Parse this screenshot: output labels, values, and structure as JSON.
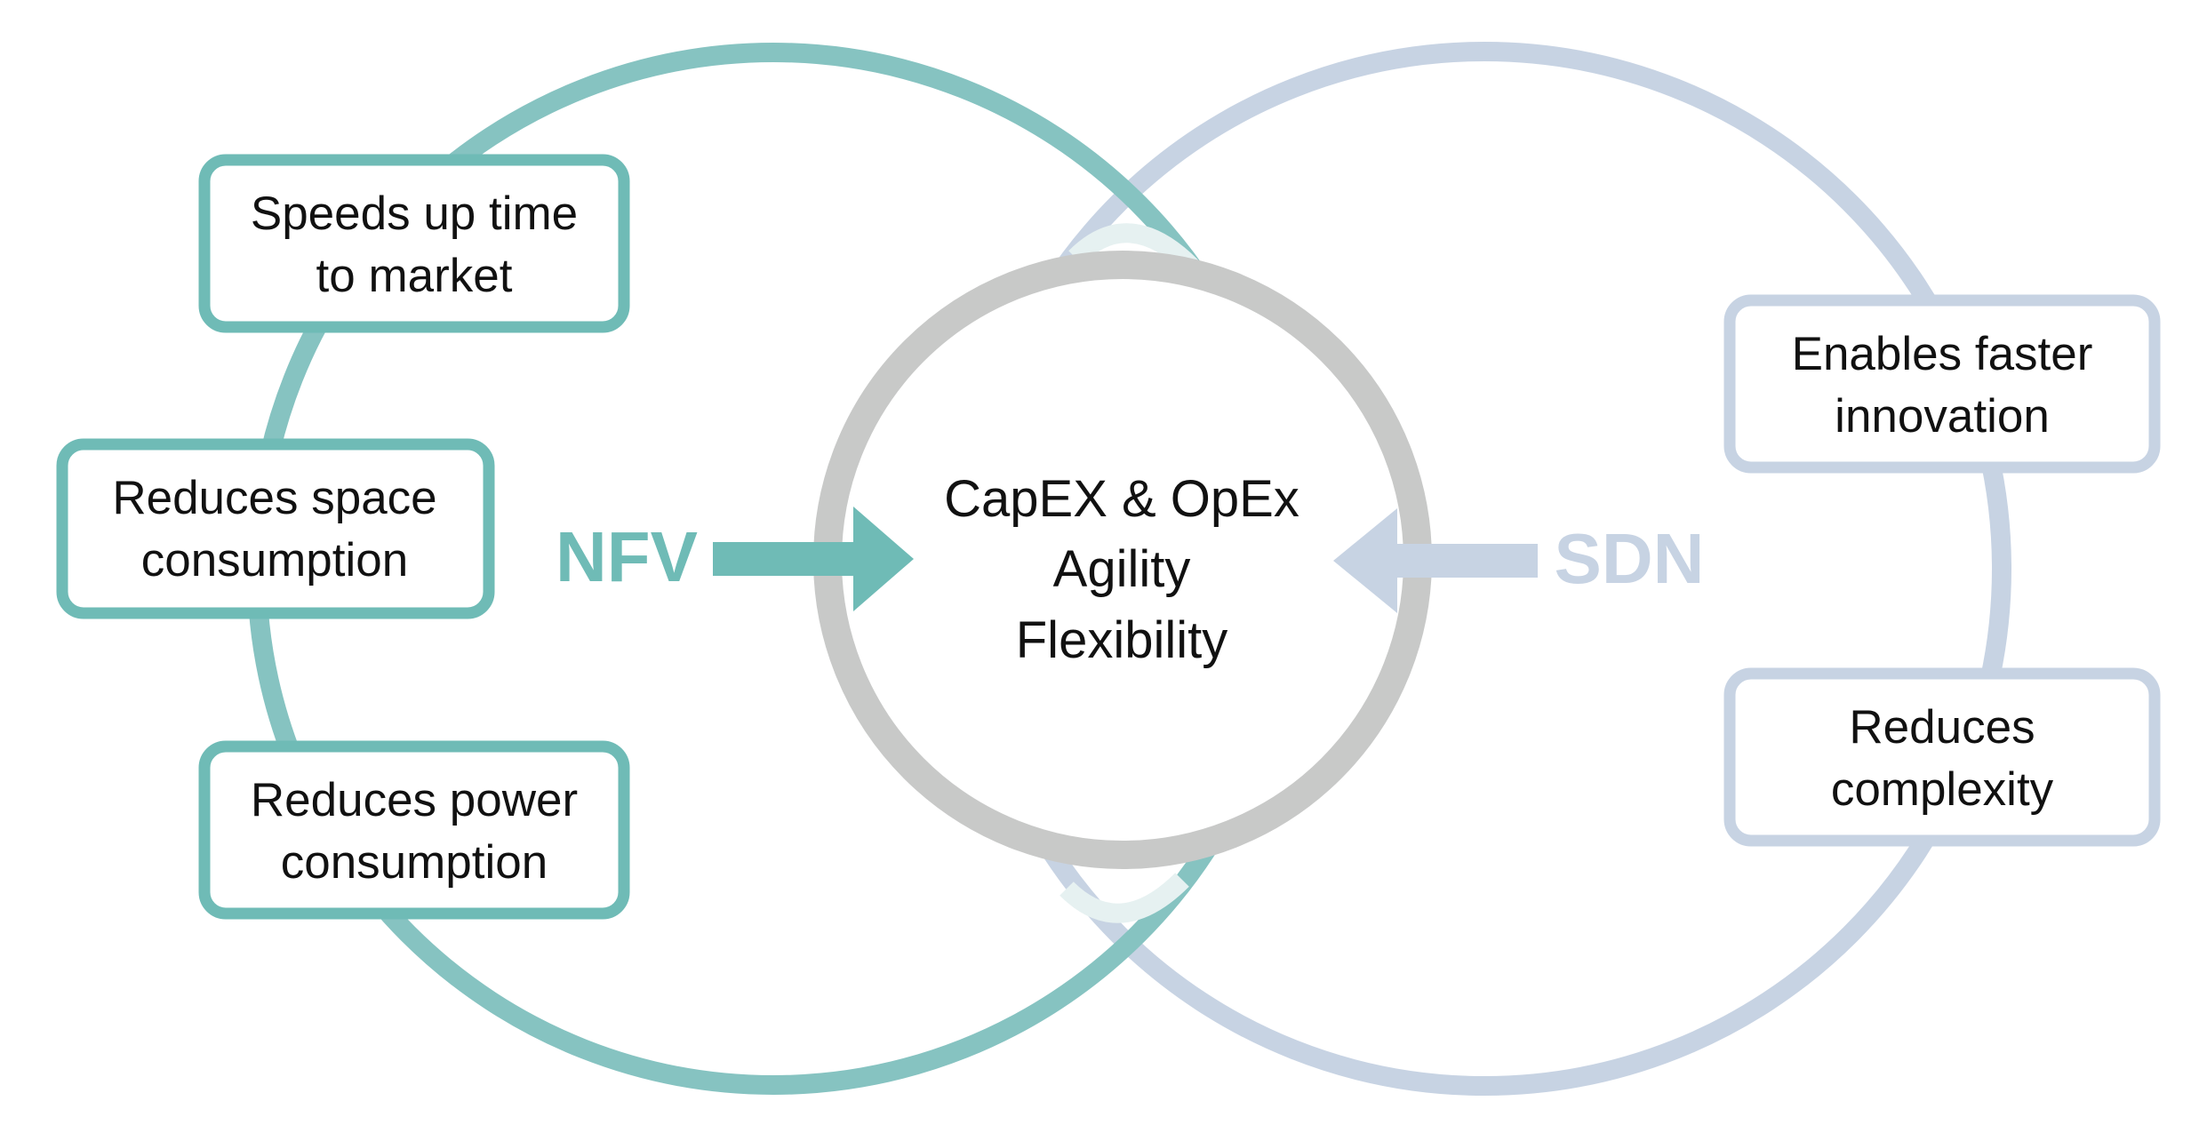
{
  "colors": {
    "nfv": "#6fbbb6",
    "nfv_ring": "#86c3c1",
    "sdn": "#c7d3e3",
    "center_ring": "#c8c9c8",
    "overlap": "#e6f1f1",
    "text": "#111111"
  },
  "nfv": {
    "label": "NFV",
    "benefits": [
      {
        "line1": "Speeds up time",
        "line2": "to market"
      },
      {
        "line1": "Reduces space",
        "line2": "consumption"
      },
      {
        "line1": "Reduces power",
        "line2": "consumption"
      }
    ]
  },
  "sdn": {
    "label": "SDN",
    "benefits": [
      {
        "line1": "Enables faster",
        "line2": "innovation"
      },
      {
        "line1": "Reduces",
        "line2": "complexity"
      }
    ]
  },
  "center": {
    "line1": "CapEX & OpEx",
    "line2": "Agility",
    "line3": "Flexibility"
  }
}
